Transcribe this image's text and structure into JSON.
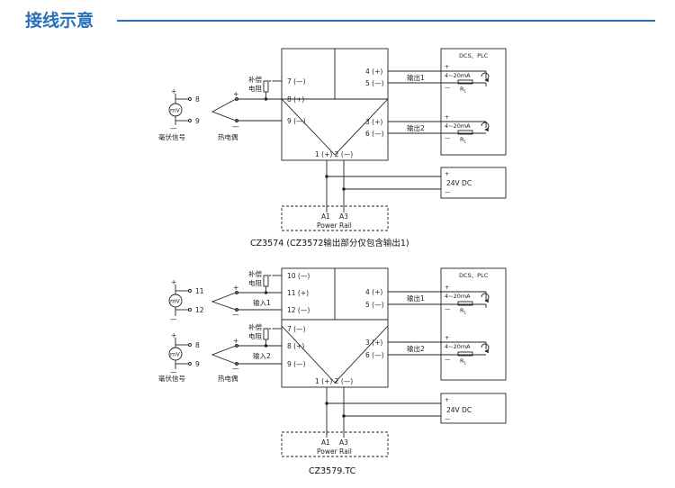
{
  "page": {
    "title": "接线示意",
    "accent": "#2a6fb8"
  },
  "diagram1": {
    "caption": "CZ3574 (CZ3572输出部分仅包含输出1)",
    "input": {
      "mv_symbol": "mV",
      "source_label": "毫伏信号",
      "source_plus": "+",
      "source_minus": "—",
      "source_t1": "8",
      "source_t2": "9",
      "tc_label": "热电偶",
      "tc_plus": "+",
      "tc_minus": "—",
      "comp_label_line1": "补偿",
      "comp_label_line2": "电阻",
      "terminals": [
        "7 (—)",
        "8 (+)",
        "9 (—)"
      ]
    },
    "outputs": {
      "terminals": [
        "4 (+)",
        "5 (—)",
        "3 (+)",
        "6 (—)"
      ],
      "out1": "输出1",
      "out2": "输出2"
    },
    "dcs": {
      "title": "DCS、PLC",
      "range1": "4~20mA",
      "range2": "4~20mA",
      "load": "R",
      "load_sub": "L",
      "plus": "+",
      "minus": "—"
    },
    "power": {
      "terminals": "1 (+) 2 (—)",
      "plus": "+",
      "minus": "—",
      "label": "24V DC"
    },
    "rail": {
      "a1": "A1",
      "a3": "A3",
      "label": "Power Rail"
    }
  },
  "diagram2": {
    "caption": "CZ3579.TC",
    "inputs": [
      {
        "mv_symbol": "mV",
        "source_plus": "+",
        "source_minus": "—",
        "source_t1": "11",
        "source_t2": "12",
        "tc_plus": "+",
        "tc_minus": "—",
        "comp_label_line1": "补偿",
        "comp_label_line2": "电阻",
        "channel_label": "输入1",
        "terminals": [
          "10 (—)",
          "11 (+)",
          "12 (—)"
        ]
      },
      {
        "mv_symbol": "mV",
        "source_plus": "+",
        "source_minus": "—",
        "source_t1": "8",
        "source_t2": "9",
        "tc_plus": "+",
        "tc_minus": "—",
        "comp_label_line1": "补偿",
        "comp_label_line2": "电阻",
        "channel_label": "输入2",
        "terminals": [
          "7 (—)",
          "8 (+)",
          "9 (—)"
        ]
      }
    ],
    "source_label": "毫伏信号",
    "tc_label": "热电偶",
    "outputs": {
      "terminals": [
        "4 (+)",
        "5 (—)",
        "3 (+)",
        "6 (—)"
      ],
      "out1": "输出1",
      "out2": "输出2"
    },
    "dcs": {
      "title": "DCS、PLC",
      "range1": "4~20mA",
      "range2": "4~20mA",
      "load": "R",
      "load_sub": "L",
      "plus": "+",
      "minus": "—"
    },
    "power": {
      "terminals": "1 (+) 2 (—)",
      "plus": "+",
      "minus": "—",
      "label": "24V DC"
    },
    "rail": {
      "a1": "A1",
      "a3": "A3",
      "label": "Power Rail"
    }
  }
}
